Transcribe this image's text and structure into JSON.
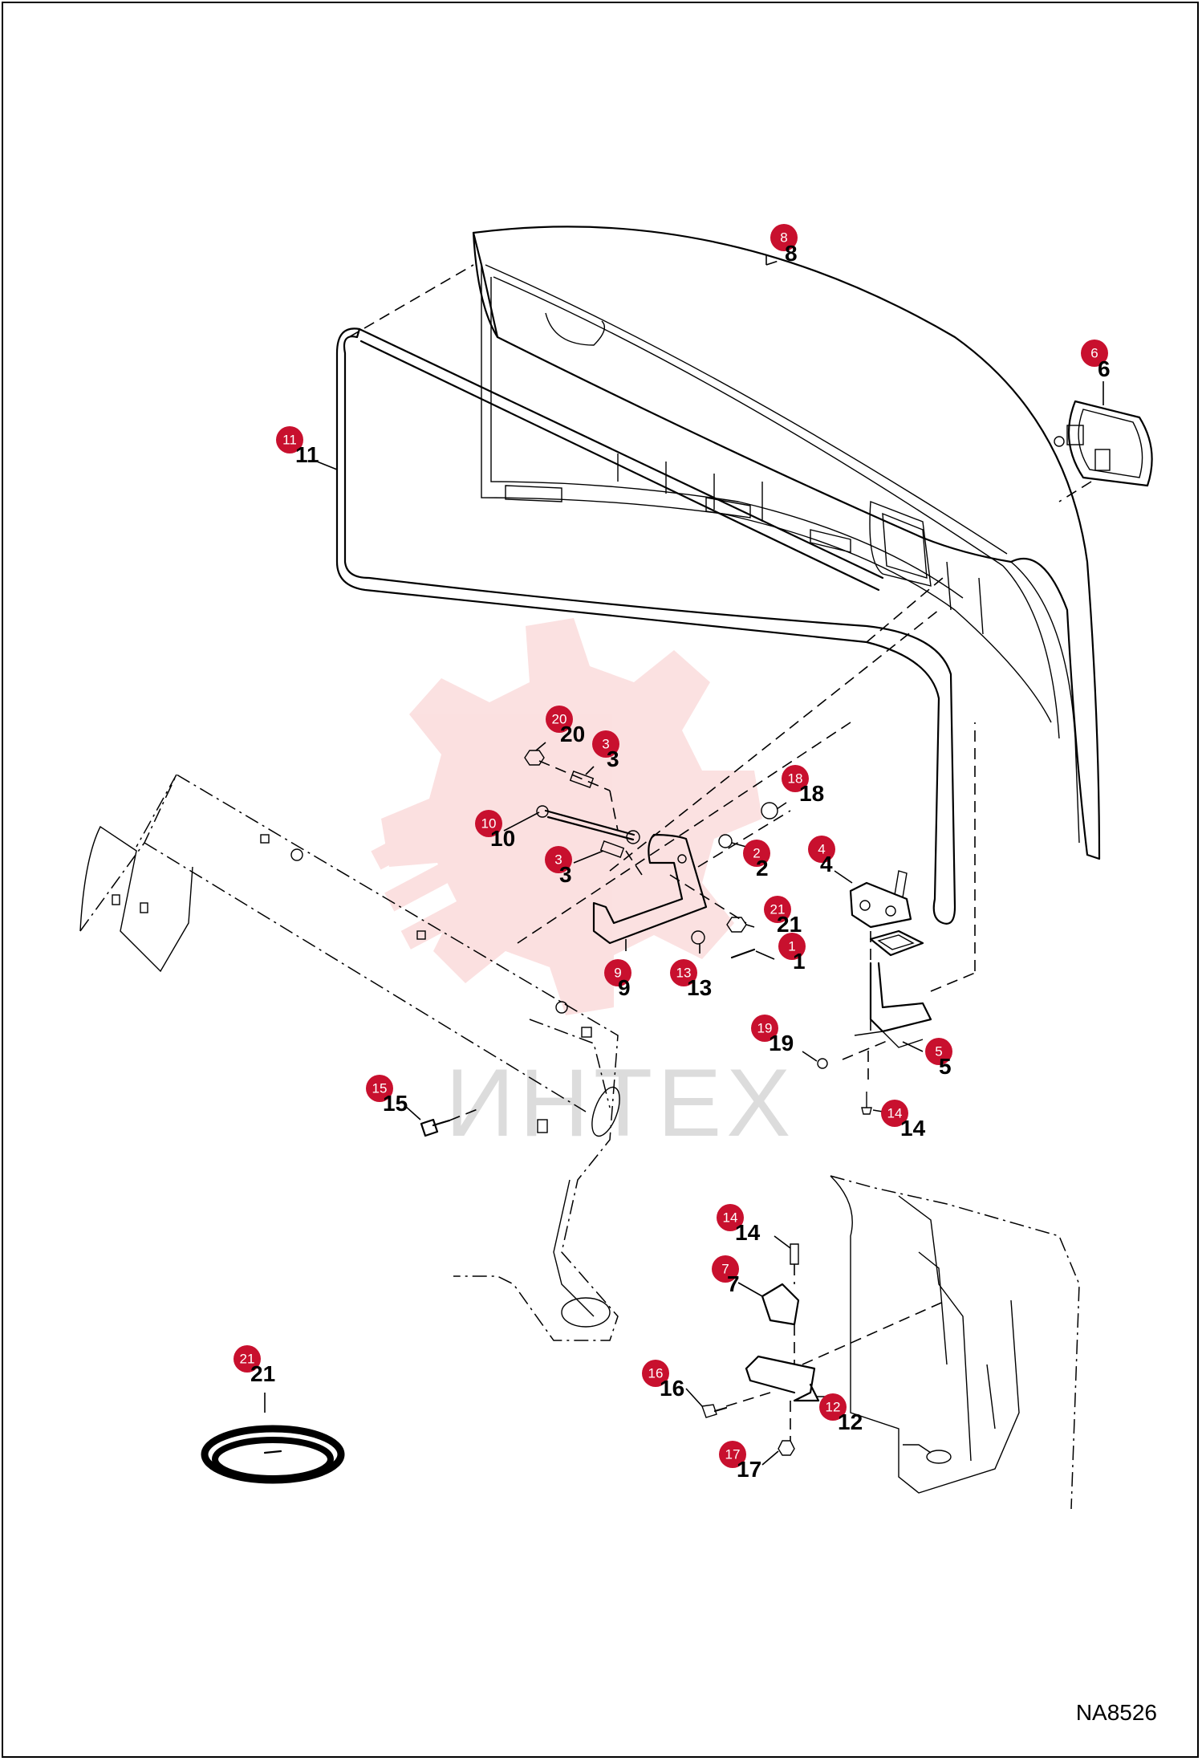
{
  "drawing_code": "NA8526",
  "watermark_text": "ИНТЕХ",
  "callout_color": "#c8102e",
  "watermark_color": "#f8c8c8",
  "callouts": [
    {
      "id": "8",
      "label": "8"
    },
    {
      "id": "6",
      "label": "6"
    },
    {
      "id": "11",
      "label": "11"
    },
    {
      "id": "20",
      "label": "20"
    },
    {
      "id": "3a",
      "label": "3"
    },
    {
      "id": "18",
      "label": "18"
    },
    {
      "id": "10",
      "label": "10"
    },
    {
      "id": "2",
      "label": "2"
    },
    {
      "id": "4",
      "label": "4"
    },
    {
      "id": "3b",
      "label": "3"
    },
    {
      "id": "21a",
      "label": "21"
    },
    {
      "id": "1",
      "label": "1"
    },
    {
      "id": "9",
      "label": "9"
    },
    {
      "id": "13",
      "label": "13"
    },
    {
      "id": "19",
      "label": "19"
    },
    {
      "id": "5",
      "label": "5"
    },
    {
      "id": "15",
      "label": "15"
    },
    {
      "id": "14a",
      "label": "14"
    },
    {
      "id": "14b",
      "label": "14"
    },
    {
      "id": "7",
      "label": "7"
    },
    {
      "id": "21b",
      "label": "21"
    },
    {
      "id": "16",
      "label": "16"
    },
    {
      "id": "12",
      "label": "12"
    },
    {
      "id": "17",
      "label": "17"
    }
  ]
}
